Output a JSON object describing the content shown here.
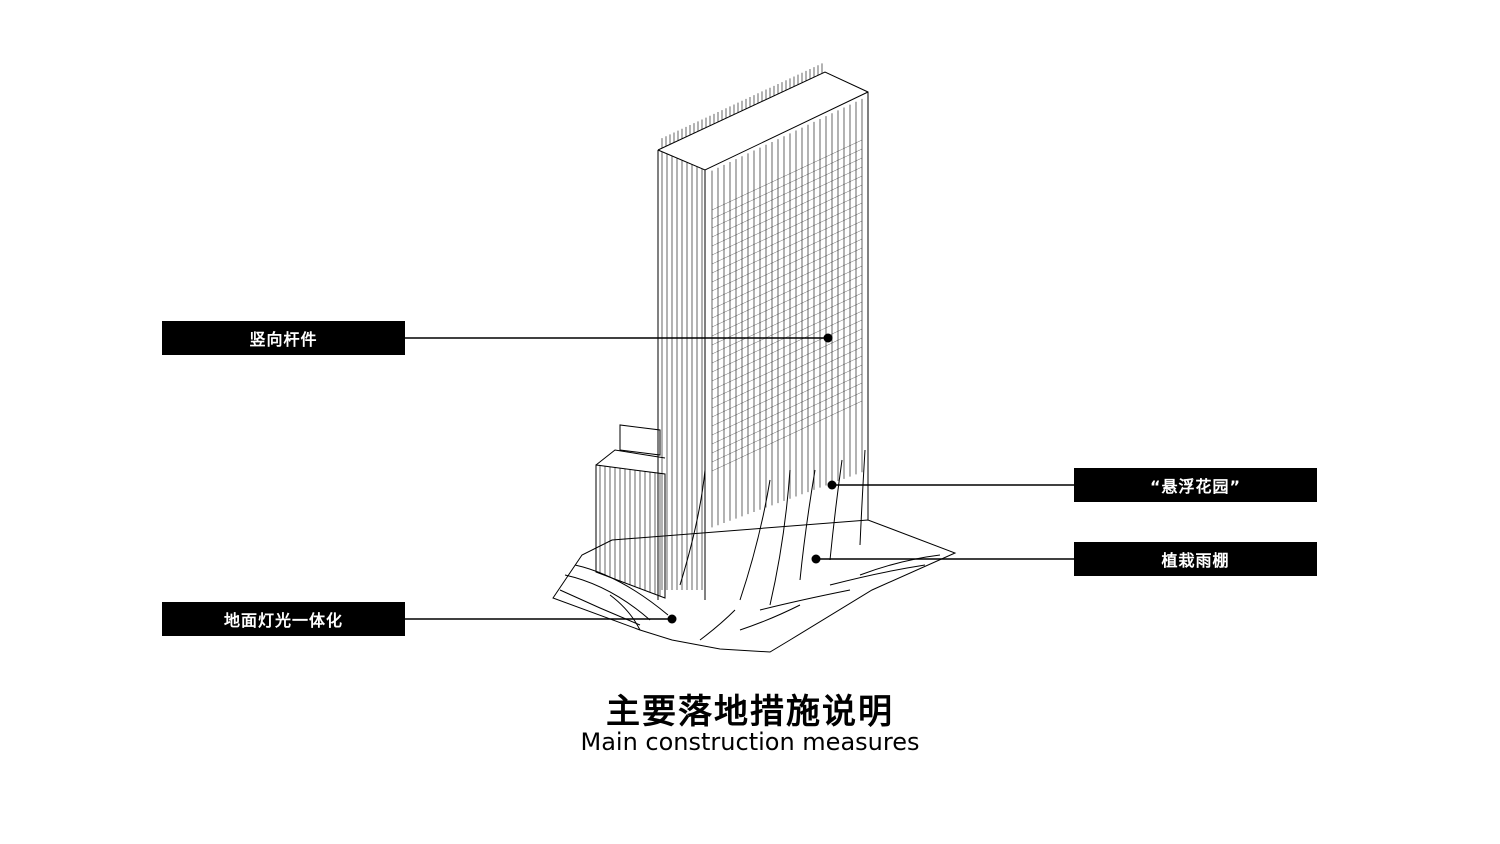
{
  "callouts": {
    "vertical_members": "竖向杆件",
    "floating_garden": "“悬浮花园”",
    "planted_canopy": "植栽雨棚",
    "ground_lighting": "地面灯光一体化"
  },
  "title": {
    "cn": "主要落地措施说明",
    "en": "Main construction measures"
  },
  "colors": {
    "background": "#ffffff",
    "label_fill": "#000000",
    "label_text": "#ffffff",
    "linework": "#000000"
  }
}
